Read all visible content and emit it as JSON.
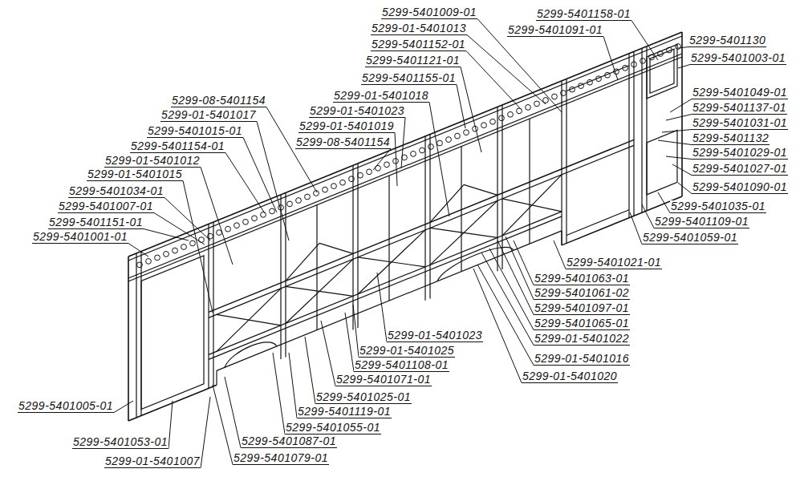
{
  "diagram": {
    "labels": [
      "5299-5401009-01",
      "5299-01-5401013",
      "5299-5401152-01",
      "5299-5401121-01",
      "5299-5401155-01",
      "5299-01-5401018",
      "5299-01-5401023",
      "5299-01-5401019",
      "5299-08-5401154",
      "5299-5401158-01",
      "5299-5401091-01",
      "5299-5401130",
      "5299-5401003-01",
      "5299-08-5401154",
      "5299-01-5401017",
      "5299-5401015-01",
      "5299-5401154-01",
      "5299-01-5401012",
      "5299-01-5401015",
      "5299-5401034-01",
      "5299-5401007-01",
      "5299-5401151-01",
      "5299-5401001-01",
      "5299-5401049-01",
      "5299-5401137-01",
      "5299-5401031-01",
      "5299-5401132",
      "5299-5401029-01",
      "5299-5401027-01",
      "5299-5401090-01",
      "5299-5401035-01",
      "5299-5401109-01",
      "5299-5401059-01",
      "5299-5401021-01",
      "5299-5401063-01",
      "5299-5401061-02",
      "5299-5401097-01",
      "5299-5401065-01",
      "5299-01-5401022",
      "5299-01-5401016",
      "5299-01-5401020",
      "5299-01-5401023",
      "5299-01-5401025",
      "5299-5401108-01",
      "5299-5401071-01",
      "5299-5401025-01",
      "5299-5401119-01",
      "5299-5401055-01",
      "5299-5401087-01",
      "5299-5401079-01",
      "5299-5401005-01",
      "5299-5401053-01",
      "5299-01-5401007"
    ]
  }
}
